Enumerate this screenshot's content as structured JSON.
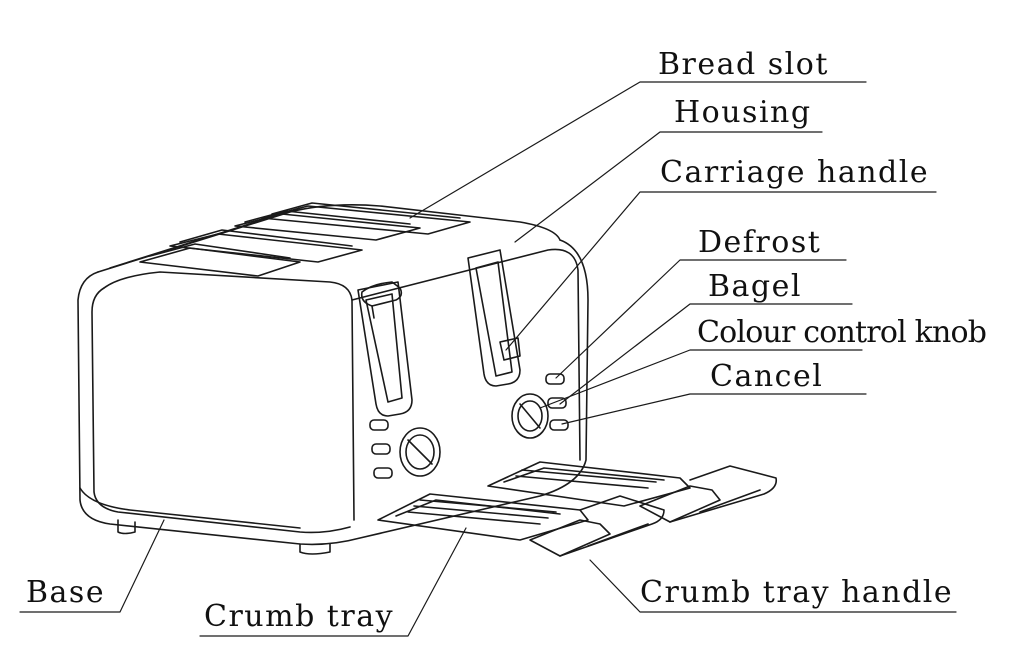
{
  "labels": {
    "bread_slot": "Bread slot",
    "housing": "Housing",
    "carriage_handle": "Carriage handle",
    "defrost": "Defrost",
    "bagel": "Bagel",
    "colour_control_knob": "Colour control knob",
    "cancel": "Cancel",
    "base": "Base",
    "crumb_tray": "Crumb tray",
    "crumb_tray_handle": "Crumb tray handle"
  },
  "colors": {
    "line": "#1a1a1a",
    "background": "#ffffff"
  }
}
